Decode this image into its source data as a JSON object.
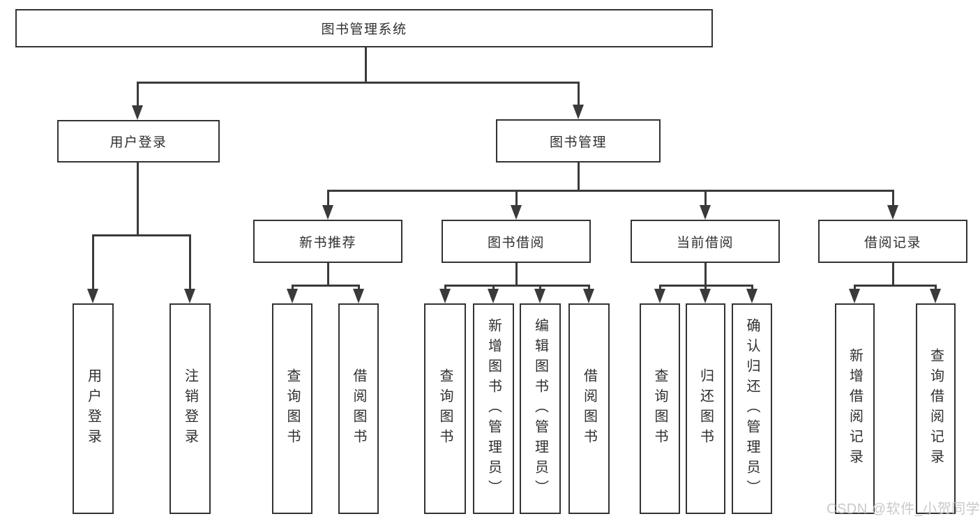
{
  "diagram": {
    "root": {
      "label": "图书管理系统"
    },
    "branches": [
      {
        "label": "用户登录",
        "children": [
          {
            "label": "用户登录"
          },
          {
            "label": "注销登录"
          }
        ]
      },
      {
        "label": "图书管理",
        "children": [
          {
            "label": "新书推荐",
            "children": [
              {
                "label": "查询图书"
              },
              {
                "label": "借阅图书"
              }
            ]
          },
          {
            "label": "图书借阅",
            "children": [
              {
                "label": "查询图书"
              },
              {
                "label": "新增图书（管理员）"
              },
              {
                "label": "编辑图书（管理员）"
              },
              {
                "label": "借阅图书"
              }
            ]
          },
          {
            "label": "当前借阅",
            "children": [
              {
                "label": "查询图书"
              },
              {
                "label": "归还图书"
              },
              {
                "label": "确认归还（管理员）"
              }
            ]
          },
          {
            "label": "借阅记录",
            "children": [
              {
                "label": "新增借阅记录"
              },
              {
                "label": "查询借阅记录"
              }
            ]
          }
        ]
      }
    ]
  },
  "watermark": {
    "text": "CSDN @软件_小贺同学"
  },
  "colors": {
    "line": "#3a3a3a",
    "box_border": "#333333",
    "box_fill": "#ffffff",
    "text": "#2f2f2f",
    "watermark": "#c5c5c5",
    "background": "#ffffff"
  }
}
